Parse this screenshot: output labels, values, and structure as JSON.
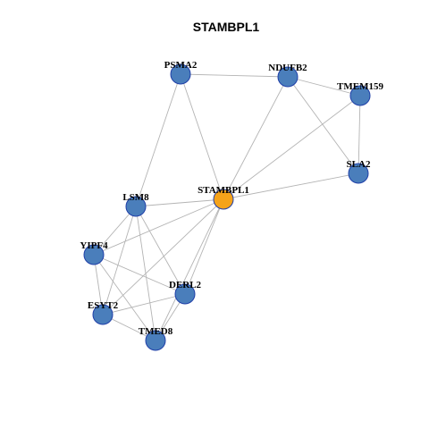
{
  "title": "STAMBPL1",
  "colors": {
    "center_node": "#f5a31a",
    "neighbor_node": "#4a7ebb",
    "node_border": "#1f3fa8",
    "edge": "#b4b4b4",
    "background": "#ffffff"
  },
  "center": "STAMBPL1",
  "nodes": [
    {
      "id": "STAMBPL1",
      "label": "STAMBPL1"
    },
    {
      "id": "PSMA2",
      "label": "PSMA2"
    },
    {
      "id": "NDUFB2",
      "label": "NDUFB2"
    },
    {
      "id": "TMEM159",
      "label": "TMEM159"
    },
    {
      "id": "SLA2",
      "label": "SLA2"
    },
    {
      "id": "LSM8",
      "label": "LSM8"
    },
    {
      "id": "YIPF4",
      "label": "YIPF4"
    },
    {
      "id": "DERL2",
      "label": "DERL2"
    },
    {
      "id": "ESYT2",
      "label": "ESYT2"
    },
    {
      "id": "TMED8",
      "label": "TMED8"
    }
  ],
  "edges": [
    [
      "PSMA2",
      "NDUFB2"
    ],
    [
      "PSMA2",
      "LSM8"
    ],
    [
      "PSMA2",
      "STAMBPL1"
    ],
    [
      "NDUFB2",
      "TMEM159"
    ],
    [
      "NDUFB2",
      "SLA2"
    ],
    [
      "NDUFB2",
      "STAMBPL1"
    ],
    [
      "TMEM159",
      "SLA2"
    ],
    [
      "TMEM159",
      "STAMBPL1"
    ],
    [
      "SLA2",
      "STAMBPL1"
    ],
    [
      "LSM8",
      "STAMBPL1"
    ],
    [
      "LSM8",
      "YIPF4"
    ],
    [
      "LSM8",
      "DERL2"
    ],
    [
      "LSM8",
      "ESYT2"
    ],
    [
      "LSM8",
      "TMED8"
    ],
    [
      "STAMBPL1",
      "YIPF4"
    ],
    [
      "STAMBPL1",
      "DERL2"
    ],
    [
      "STAMBPL1",
      "ESYT2"
    ],
    [
      "STAMBPL1",
      "TMED8"
    ],
    [
      "YIPF4",
      "DERL2"
    ],
    [
      "YIPF4",
      "ESYT2"
    ],
    [
      "YIPF4",
      "TMED8"
    ],
    [
      "DERL2",
      "ESYT2"
    ],
    [
      "DERL2",
      "TMED8"
    ],
    [
      "ESYT2",
      "TMED8"
    ]
  ]
}
